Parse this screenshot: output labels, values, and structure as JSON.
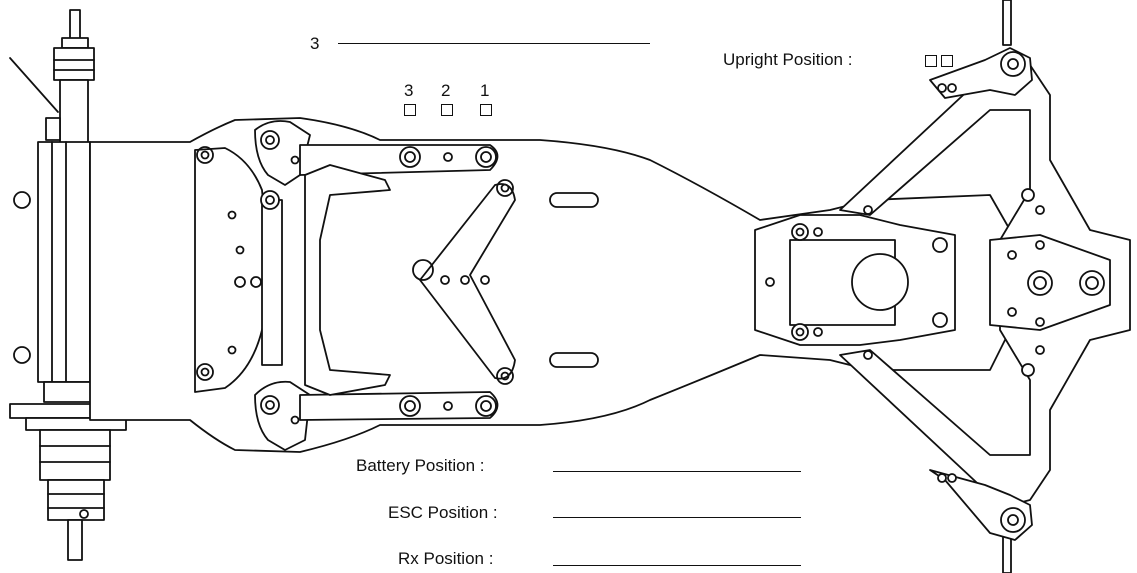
{
  "setup_sheet": {
    "top_field_number": "3",
    "hole_numbers": [
      "3",
      "2",
      "1"
    ],
    "upright_label": "Upright Position :",
    "battery_label": "Battery Position :",
    "esc_label": "ESC Position :",
    "rx_label": "Rx Position :"
  },
  "colors": {
    "ink": "#111111",
    "paper": "#ffffff",
    "part_fill": "#f2f2f2"
  }
}
